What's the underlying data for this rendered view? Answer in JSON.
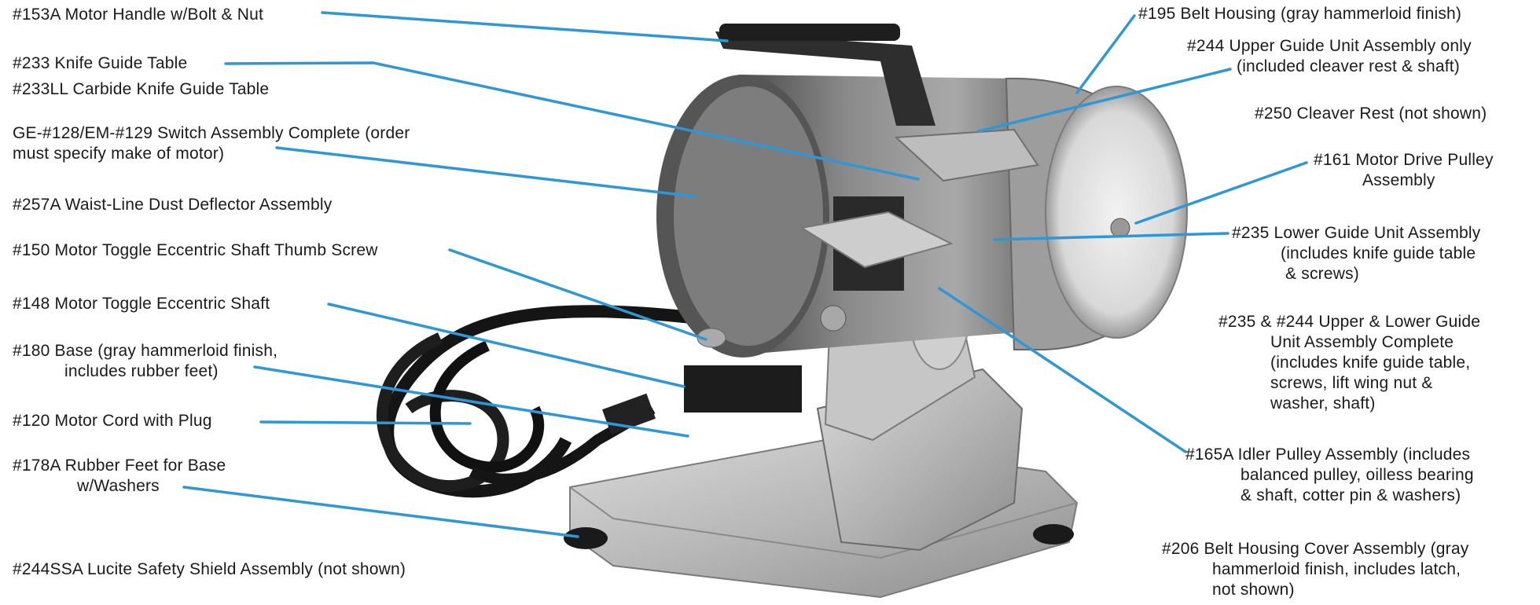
{
  "parts_left": [
    {
      "id": "motor-handle",
      "lines": [
        "#153A Motor Handle w/Bolt & Nut"
      ]
    },
    {
      "id": "knife-guide-table",
      "lines": [
        "#233 Knife Guide Table"
      ]
    },
    {
      "id": "carbide-table",
      "lines": [
        "#233LL Carbide Knife Guide Table"
      ]
    },
    {
      "id": "switch-assembly",
      "lines": [
        "GE-#128/EM-#129 Switch Assembly Complete (order",
        "must specify make of motor)"
      ]
    },
    {
      "id": "dust-deflector",
      "lines": [
        "#257A Waist-Line Dust Deflector Assembly"
      ]
    },
    {
      "id": "thumb-screw",
      "lines": [
        "#150 Motor Toggle Eccentric Shaft Thumb Screw"
      ]
    },
    {
      "id": "eccentric-shaft",
      "lines": [
        "#148 Motor Toggle Eccentric Shaft"
      ]
    },
    {
      "id": "base",
      "lines": [
        "#180 Base (gray hammerloid finish,",
        "includes rubber feet)"
      ]
    },
    {
      "id": "motor-cord",
      "lines": [
        "#120 Motor Cord with Plug"
      ]
    },
    {
      "id": "rubber-feet",
      "lines": [
        "#178A Rubber Feet for Base",
        "w/Washers"
      ]
    },
    {
      "id": "safety-shield",
      "lines": [
        "#244SSA Lucite Safety Shield Assembly (not shown)"
      ]
    }
  ],
  "parts_right": [
    {
      "id": "belt-housing",
      "lines": [
        "#195 Belt Housing (gray hammerloid finish)"
      ]
    },
    {
      "id": "upper-guide",
      "lines": [
        "#244 Upper Guide Unit Assembly only",
        "(included cleaver rest & shaft)"
      ]
    },
    {
      "id": "cleaver-rest",
      "lines": [
        "#250 Cleaver Rest (not shown)"
      ]
    },
    {
      "id": "drive-pulley",
      "lines": [
        "#161 Motor Drive Pulley",
        "Assembly"
      ]
    },
    {
      "id": "lower-guide",
      "lines": [
        "#235 Lower Guide Unit Assembly",
        "(includes knife guide table",
        "& screws)"
      ]
    },
    {
      "id": "upper-lower-guide",
      "lines": [
        "#235 & #244 Upper & Lower Guide",
        "Unit Assembly  Complete",
        "(includes knife guide table,",
        "screws, lift wing nut &",
        "washer, shaft)"
      ]
    },
    {
      "id": "idler-pulley",
      "lines": [
        "#165A Idler Pulley Assembly (includes",
        "balanced pulley, oilless bearing",
        "& shaft, cotter pin & washers)"
      ]
    },
    {
      "id": "housing-cover",
      "lines": [
        "#206 Belt Housing Cover Assembly (gray",
        "hammerloid finish, includes latch,",
        "not shown)"
      ]
    }
  ]
}
